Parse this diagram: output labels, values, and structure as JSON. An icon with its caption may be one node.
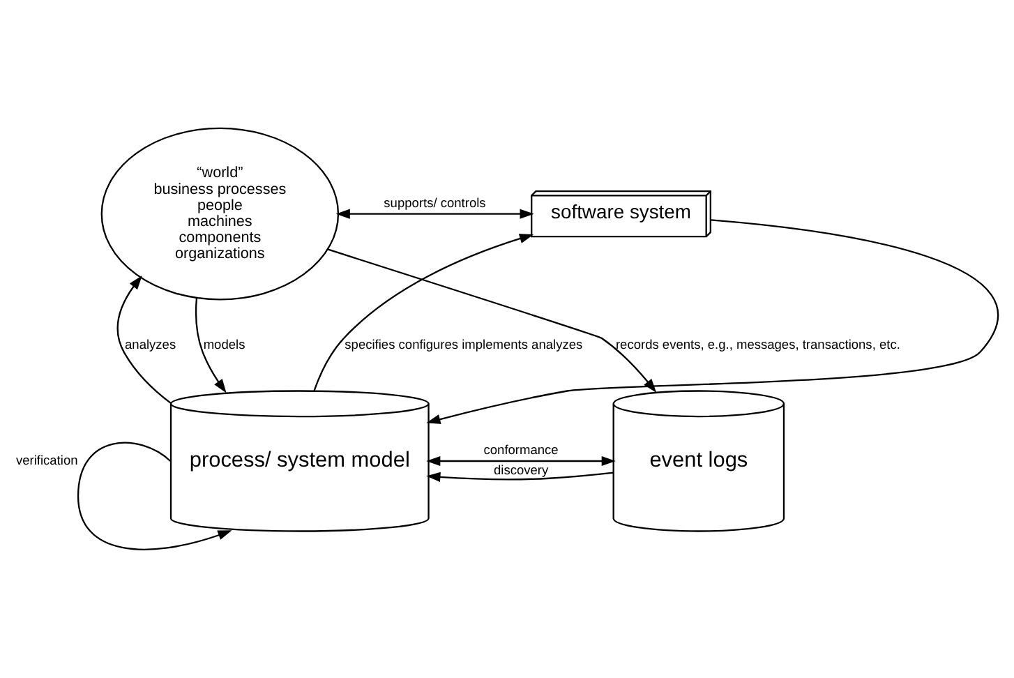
{
  "diagram": {
    "nodes": [
      {
        "text": [
          "“world”",
          "business processes",
          "people",
          "machines",
          "components",
          "organizations"
        ]
      },
      {
        "text": [
          "software system"
        ]
      },
      {
        "text": [
          "process/ system model"
        ]
      },
      {
        "text": [
          "event logs"
        ]
      }
    ],
    "edges": [
      {
        "from": 0,
        "to": 1,
        "arrow": "both",
        "label": "supports/ controls"
      },
      {
        "from": 0,
        "to": 2,
        "arrow": "to",
        "label": "models"
      },
      {
        "from": 2,
        "to": 0,
        "arrow": "to",
        "label": "analyzes"
      },
      {
        "from": 2,
        "to": 2,
        "arrow": "to",
        "label": "verification"
      },
      {
        "from": 0,
        "to": 3,
        "arrow": "to",
        "label": "records events, e.g., messages, transactions, etc."
      },
      {
        "from": 2,
        "to": 1,
        "arrow": "to",
        "label": "specifies configures implements analyzes"
      },
      {
        "from": 1,
        "to": 2,
        "arrow": "to"
      },
      {
        "from": 3,
        "to": 2,
        "arrow": "to",
        "label": "discovery"
      },
      {
        "from": 2,
        "to": 3,
        "arrow": "both",
        "label": "conformance"
      }
    ]
  }
}
